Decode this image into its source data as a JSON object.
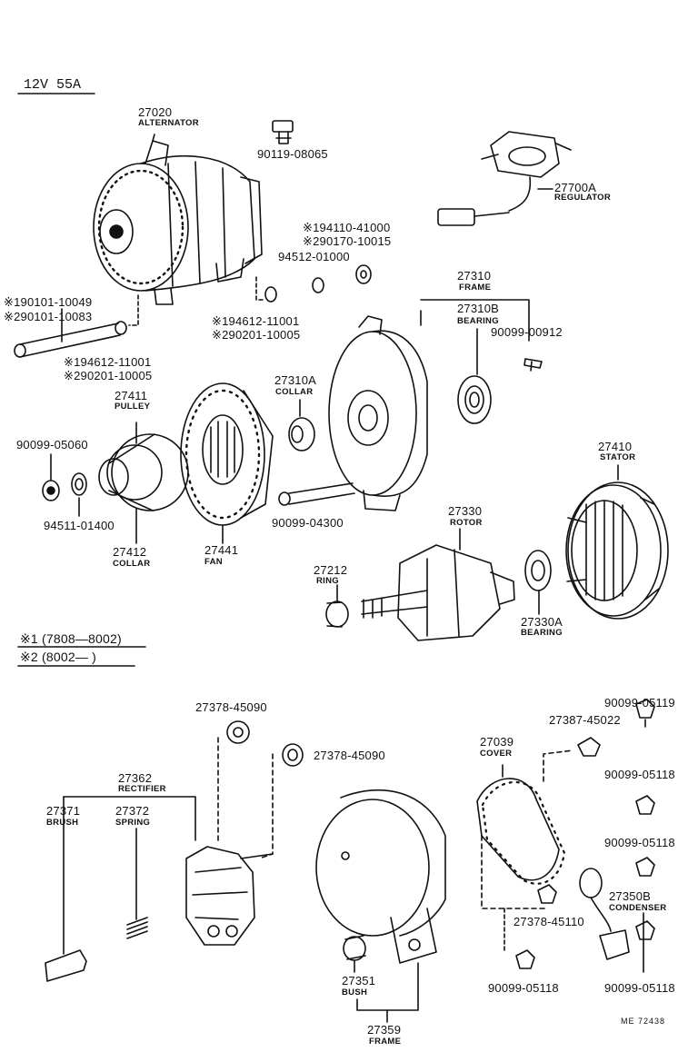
{
  "header": "12V 55A",
  "parts": {
    "alt_num": "27020",
    "alt_name": "ALTERNATOR",
    "bolt1": "90119-08065",
    "reg_num": "27700A",
    "reg_name": "REGULATOR",
    "n_a1": "※194110-41000",
    "n_a2": "※290170-10015",
    "nut1": "94512-01000",
    "b_a1": "※190101-10049",
    "b_a2": "※290101-10083",
    "w_a1": "※194612-11001",
    "w_a2": "※290201-10005",
    "w_b1": "※194612-11001",
    "w_b2": "※290201-10005",
    "frame_num": "27310",
    "frame_name": "FRAME",
    "brg_num": "27310B",
    "brg_name": "BEARING",
    "screw1": "90099-00912",
    "pulley_num": "27411",
    "pulley_name": "PULLEY",
    "col_a_num": "27310A",
    "col_a_name": "COLLAR",
    "nut2": "90099-05060",
    "washer2": "94511-01400",
    "col_num": "27412",
    "col_name": "COLLAR",
    "fan_num": "27441",
    "fan_name": "FAN",
    "bolt2": "90099-04300",
    "stator_num": "27410",
    "stator_name": "STATOR",
    "rotor_num": "27330",
    "rotor_name": "ROTOR",
    "ring_num": "27212",
    "ring_name": "RING",
    "brg2_num": "27330A",
    "brg2_name": "BEARING",
    "note1": "※1 (7808—8002)",
    "note2": "※2 (8002—         )",
    "ins1": "27378-45090",
    "ins2": "27378-45090",
    "rect_num": "27362",
    "rect_name": "RECTIFIER",
    "brush_num": "27371",
    "brush_name": "BRUSH",
    "spring_num": "27372",
    "spring_name": "SPRING",
    "cover_num": "27039",
    "cover_name": "COVER",
    "ins3": "27387-45022",
    "nut_r1": "90099-05119",
    "nut_r2": "90099-05118",
    "nut_r3": "90099-05118",
    "cond_num": "27350B",
    "cond_name": "CONDENSER",
    "ins4": "27378-45110",
    "nut_b1": "90099-05118",
    "nut_b2": "90099-05118",
    "bush_num": "27351",
    "bush_name": "BUSH",
    "frame2_num": "27359",
    "frame2_name": "FRAME",
    "footer": "ME 72438"
  }
}
